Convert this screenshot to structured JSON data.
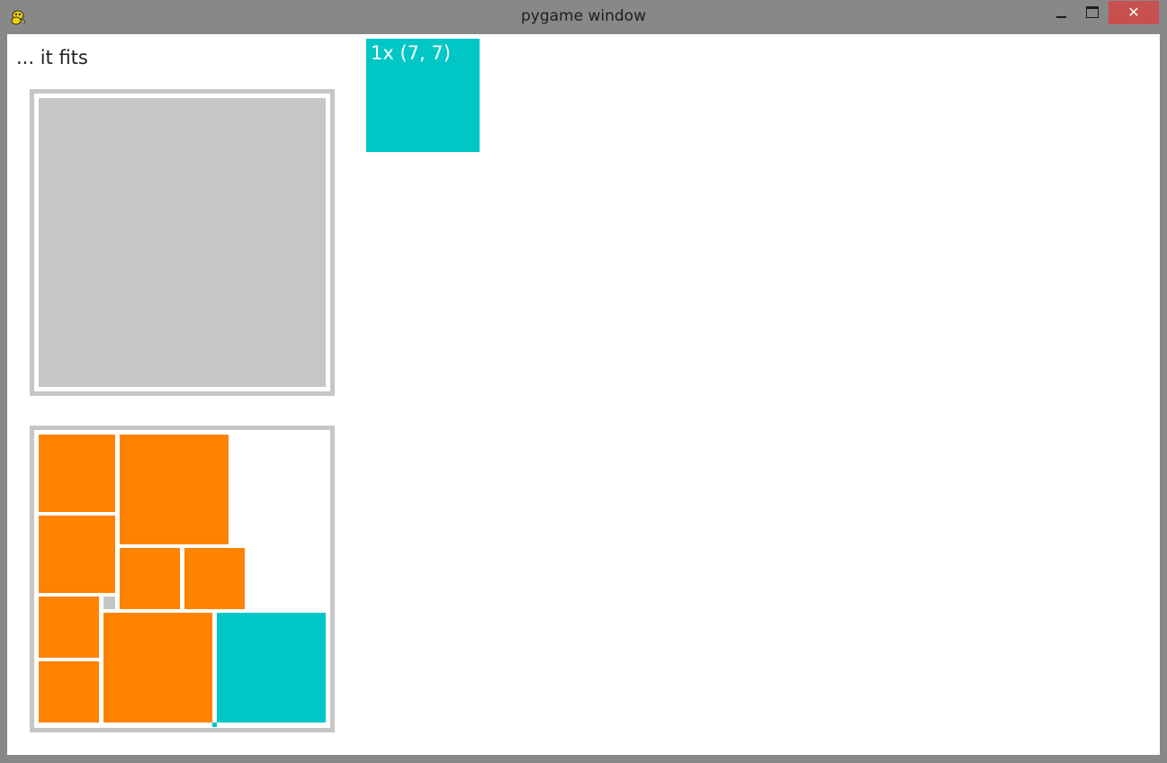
{
  "window": {
    "title": "pygame window",
    "icon": "pygame-snake-icon",
    "controls": {
      "minimize_icon": "minimize-icon",
      "maximize_icon": "maximize-icon",
      "close_label": "✕"
    }
  },
  "canvas": {
    "caption": "... it fits",
    "preview_label": "1x (7, 7)",
    "colors": {
      "background": "#ffffff",
      "frame": "#c6c6c6",
      "piece": "#ff8200",
      "highlight": "#00c6c6",
      "titlebar": "#888888",
      "close": "#c7504e"
    }
  }
}
